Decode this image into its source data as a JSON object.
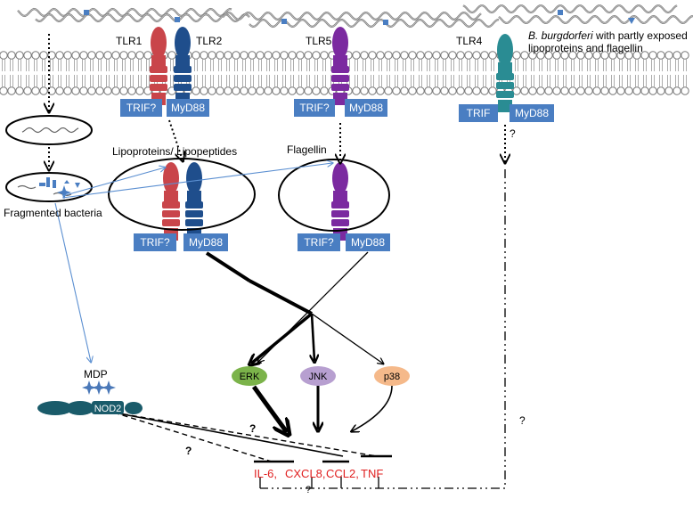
{
  "receptors": {
    "tlr1": "TLR1",
    "tlr2": "TLR2",
    "tlr5": "TLR5",
    "tlr4": "TLR4"
  },
  "bacteria_caption_italic": "B. burgdorferi",
  "bacteria_caption_rest": " with partly exposed",
  "bacteria_caption_line2": "lipoproteins and flagellin",
  "adaptors": {
    "trif_q": "TRIF?",
    "trif": "TRIF",
    "myd88": "MyD88"
  },
  "ligands": {
    "lipo": "Lipoproteins/ Lipopeptides",
    "flagellin": "Flagellin",
    "mdp": "MDP"
  },
  "fragmented_label": "Fragmented bacteria",
  "nod2_label": "NOD2",
  "kinases": {
    "erk": "ERK",
    "jnk": "JNK",
    "p38": "p38"
  },
  "cytokines": {
    "il6": "IL-6,",
    "cxcl8": "CXCL8,",
    "ccl2": "CCL2,",
    "tnf": "TNF"
  },
  "unknown": "?",
  "colors": {
    "tlr1": "#c9454a",
    "tlr2": "#1f4e8c",
    "tlr5": "#7b2aa0",
    "tlr4": "#2a8c93",
    "adaptor": "#4a7ec2",
    "nod2": "#1a5b6a",
    "mdp": "#4a78b8",
    "erk": "#7bb34a",
    "jnk": "#b79fd0",
    "p38": "#f5b98a",
    "cytokine": "#e02020",
    "arrow_blue": "#5b8fd1"
  }
}
